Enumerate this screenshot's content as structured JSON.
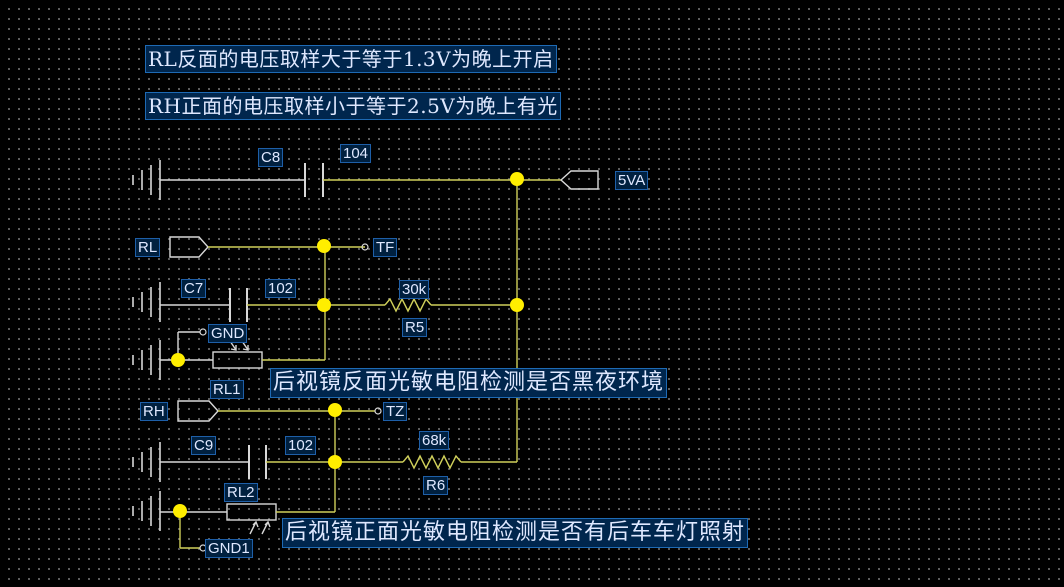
{
  "notes": {
    "rl_note": "RL反面的电压取样大于等于1.3V为晚上开启",
    "rh_note": "RH正面的电压取样小于等于2.5V为晚上有光",
    "rl_desc": "后视镜反面光敏电阻检测是否黑夜环境",
    "rh_desc": "后视镜正面光敏电阻检测是否有后车车灯照射"
  },
  "components": {
    "c8": {
      "ref": "C8",
      "value": "104"
    },
    "c7": {
      "ref": "C7",
      "value": "102"
    },
    "c9": {
      "ref": "C9",
      "value": "102"
    },
    "r5": {
      "ref": "R5",
      "value": "30k"
    },
    "r6": {
      "ref": "R6",
      "value": "68k"
    },
    "rl1": {
      "ref": "RL1"
    },
    "rl2": {
      "ref": "RL2"
    }
  },
  "nets": {
    "vcc": "5VA",
    "rl": "RL",
    "rh": "RH",
    "tf": "TF",
    "tz": "TZ",
    "gnd": "GND",
    "gnd1": "GND1"
  },
  "colors": {
    "background": "#000000",
    "wire": "#cfcf5a",
    "junction": "#ffee00",
    "label_text": "#dfe8ff",
    "label_bg": "#00203f"
  }
}
